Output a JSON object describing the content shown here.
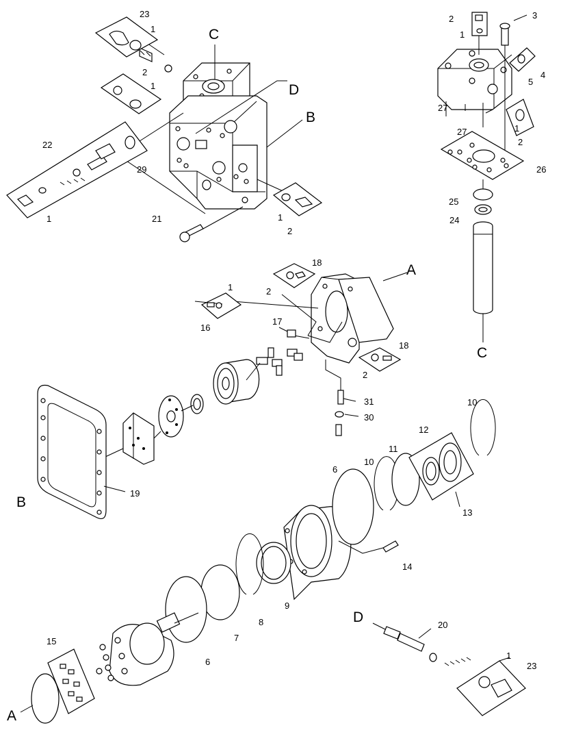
{
  "callouts": {
    "n23a": "23",
    "n1a": "1",
    "nC1": "C",
    "n2a": "2",
    "n1b": "1",
    "nD1": "D",
    "nB1": "B",
    "n22": "22",
    "n29": "29",
    "n1c": "1",
    "n21": "21",
    "n1d": "1",
    "n2b": "2",
    "n2c": "2",
    "n1e": "1",
    "n3": "3",
    "n4": "4",
    "n5": "5",
    "n27a": "27",
    "n27b": "27",
    "n1f": "1",
    "n2d": "2",
    "n26": "26",
    "n25": "25",
    "n24": "24",
    "nC2": "C",
    "nA1": "A",
    "n18a": "18",
    "n2e": "2",
    "n1g": "1",
    "n16": "16",
    "n17": "17",
    "n18b": "18",
    "n2f": "2",
    "n31": "31",
    "n30": "30",
    "n10a": "10",
    "n12": "12",
    "n11": "11",
    "n10b": "10",
    "n6a": "6",
    "n13": "13",
    "nB2": "B",
    "n19": "19",
    "n14": "14",
    "n9": "9",
    "n8": "8",
    "n7": "7",
    "n6b": "6",
    "n15": "15",
    "nD2": "D",
    "n20": "20",
    "n1h": "1",
    "n23b": "23",
    "nA2": "A"
  }
}
